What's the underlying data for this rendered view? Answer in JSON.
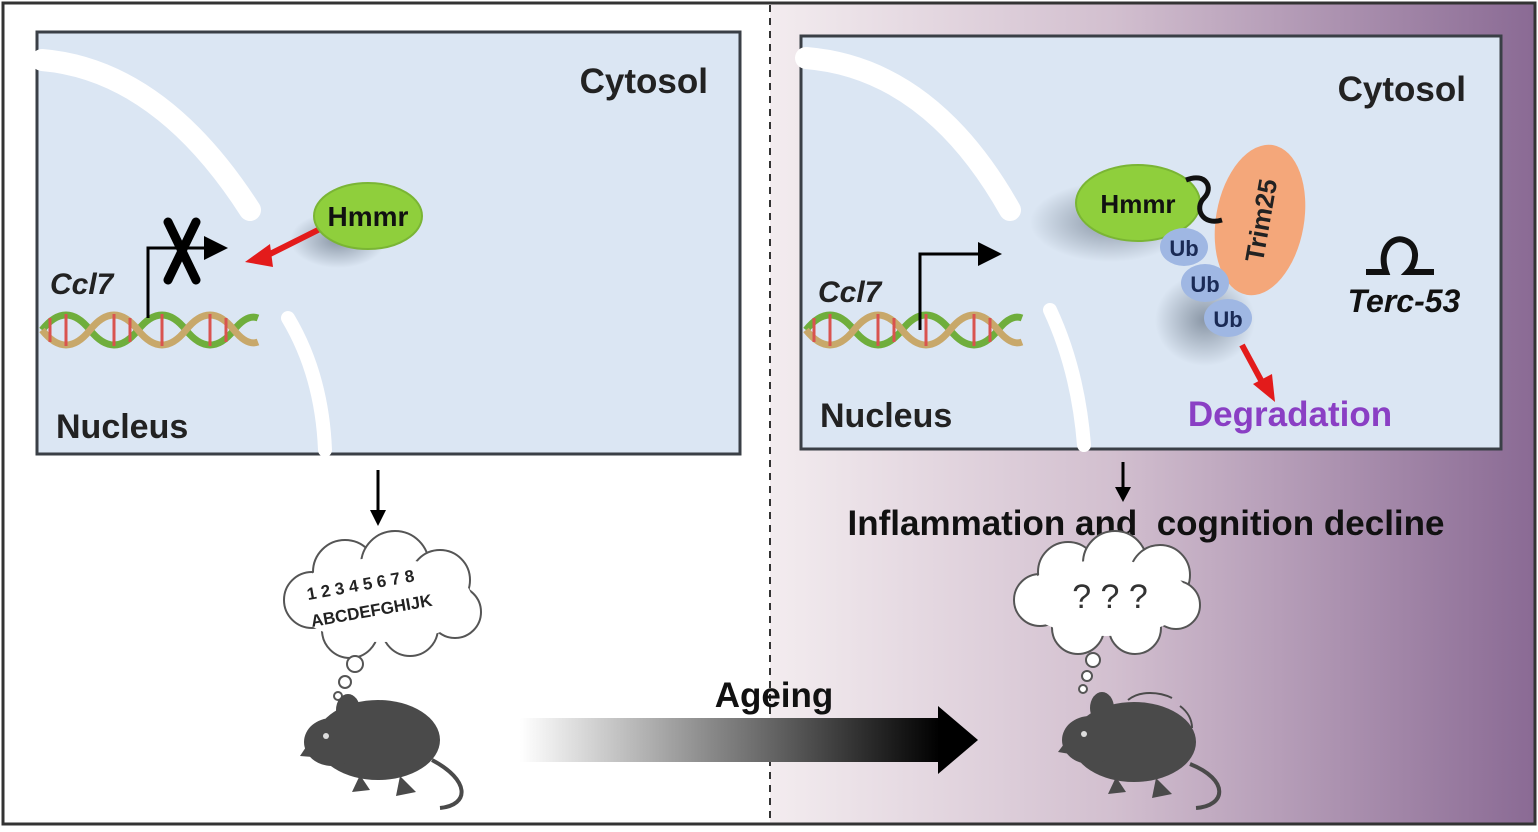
{
  "left_panel": {
    "cytosol_label": "Cytosol",
    "nucleus_label": "Nucleus",
    "gene_label": "Ccl7",
    "protein_label": "Hmmr",
    "thought_numbers": "1 2 3 4 5 6 7 8",
    "thought_letters": "ABCDEFGHIJK"
  },
  "right_panel": {
    "cytosol_label": "Cytosol",
    "nucleus_label": "Nucleus",
    "gene_label": "Ccl7",
    "protein_label": "Hmmr",
    "ligase_label": "Trim25",
    "ub_labels": [
      "Ub",
      "Ub",
      "Ub"
    ],
    "rna_label": "Terc-53",
    "degradation_label": "Degradation",
    "outcome_label": "Inflammation and  cognition decline",
    "thought_text": "? ? ?"
  },
  "transition_label": "Ageing",
  "colors": {
    "cell_fill": "#dbe6f3",
    "protein_green": "#8fcf3c",
    "trim25_orange": "#f4a77a",
    "ub_blue": "#9fb7e3",
    "arrow_red": "#e31b1b",
    "degradation_purple": "#8a3fc4",
    "aged_gradient_end": "#8a6a94",
    "mouse_gray": "#4a4a4a"
  }
}
